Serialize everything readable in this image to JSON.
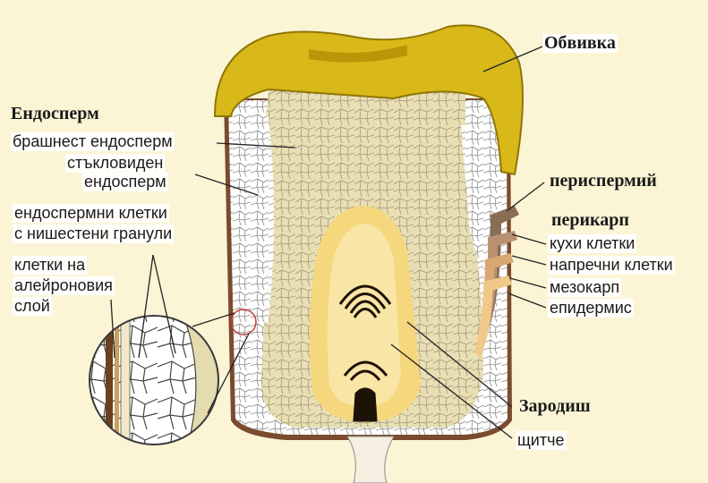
{
  "labels": {
    "obvivka": "Обвивка",
    "endosperm": "Ендосперм",
    "brashnest": "брашнест ендосперм",
    "staklovid_1": "стъкловиден",
    "staklovid_2": "ендосперм",
    "endo_kletki_1": "ендоспермни клетки",
    "endo_kletki_2": "с нишестени гранули",
    "aleyron_1": "клетки на",
    "aleyron_2": "алейроновия",
    "aleyron_3": "слой",
    "perispermiy": "периспермий",
    "perikarp": "перикарп",
    "kuhi": "кухи клетки",
    "naprechni": "напречни клетки",
    "mezokarp": "мезокарп",
    "epidermis": "епидермис",
    "zarodish": "Зародиш",
    "shtitche": "щитче"
  },
  "colors": {
    "background": "#fbf5d6",
    "coat": "#d9b81a",
    "endosperm_fill": "#e8dfb4",
    "endosperm_cells": "#a6977a",
    "aleurone_fill": "#ffffff",
    "embryo": "#f5d77e",
    "pericarp_layers": [
      "#8a6d55",
      "#b99170",
      "#d7a872",
      "#f0c98a"
    ]
  }
}
